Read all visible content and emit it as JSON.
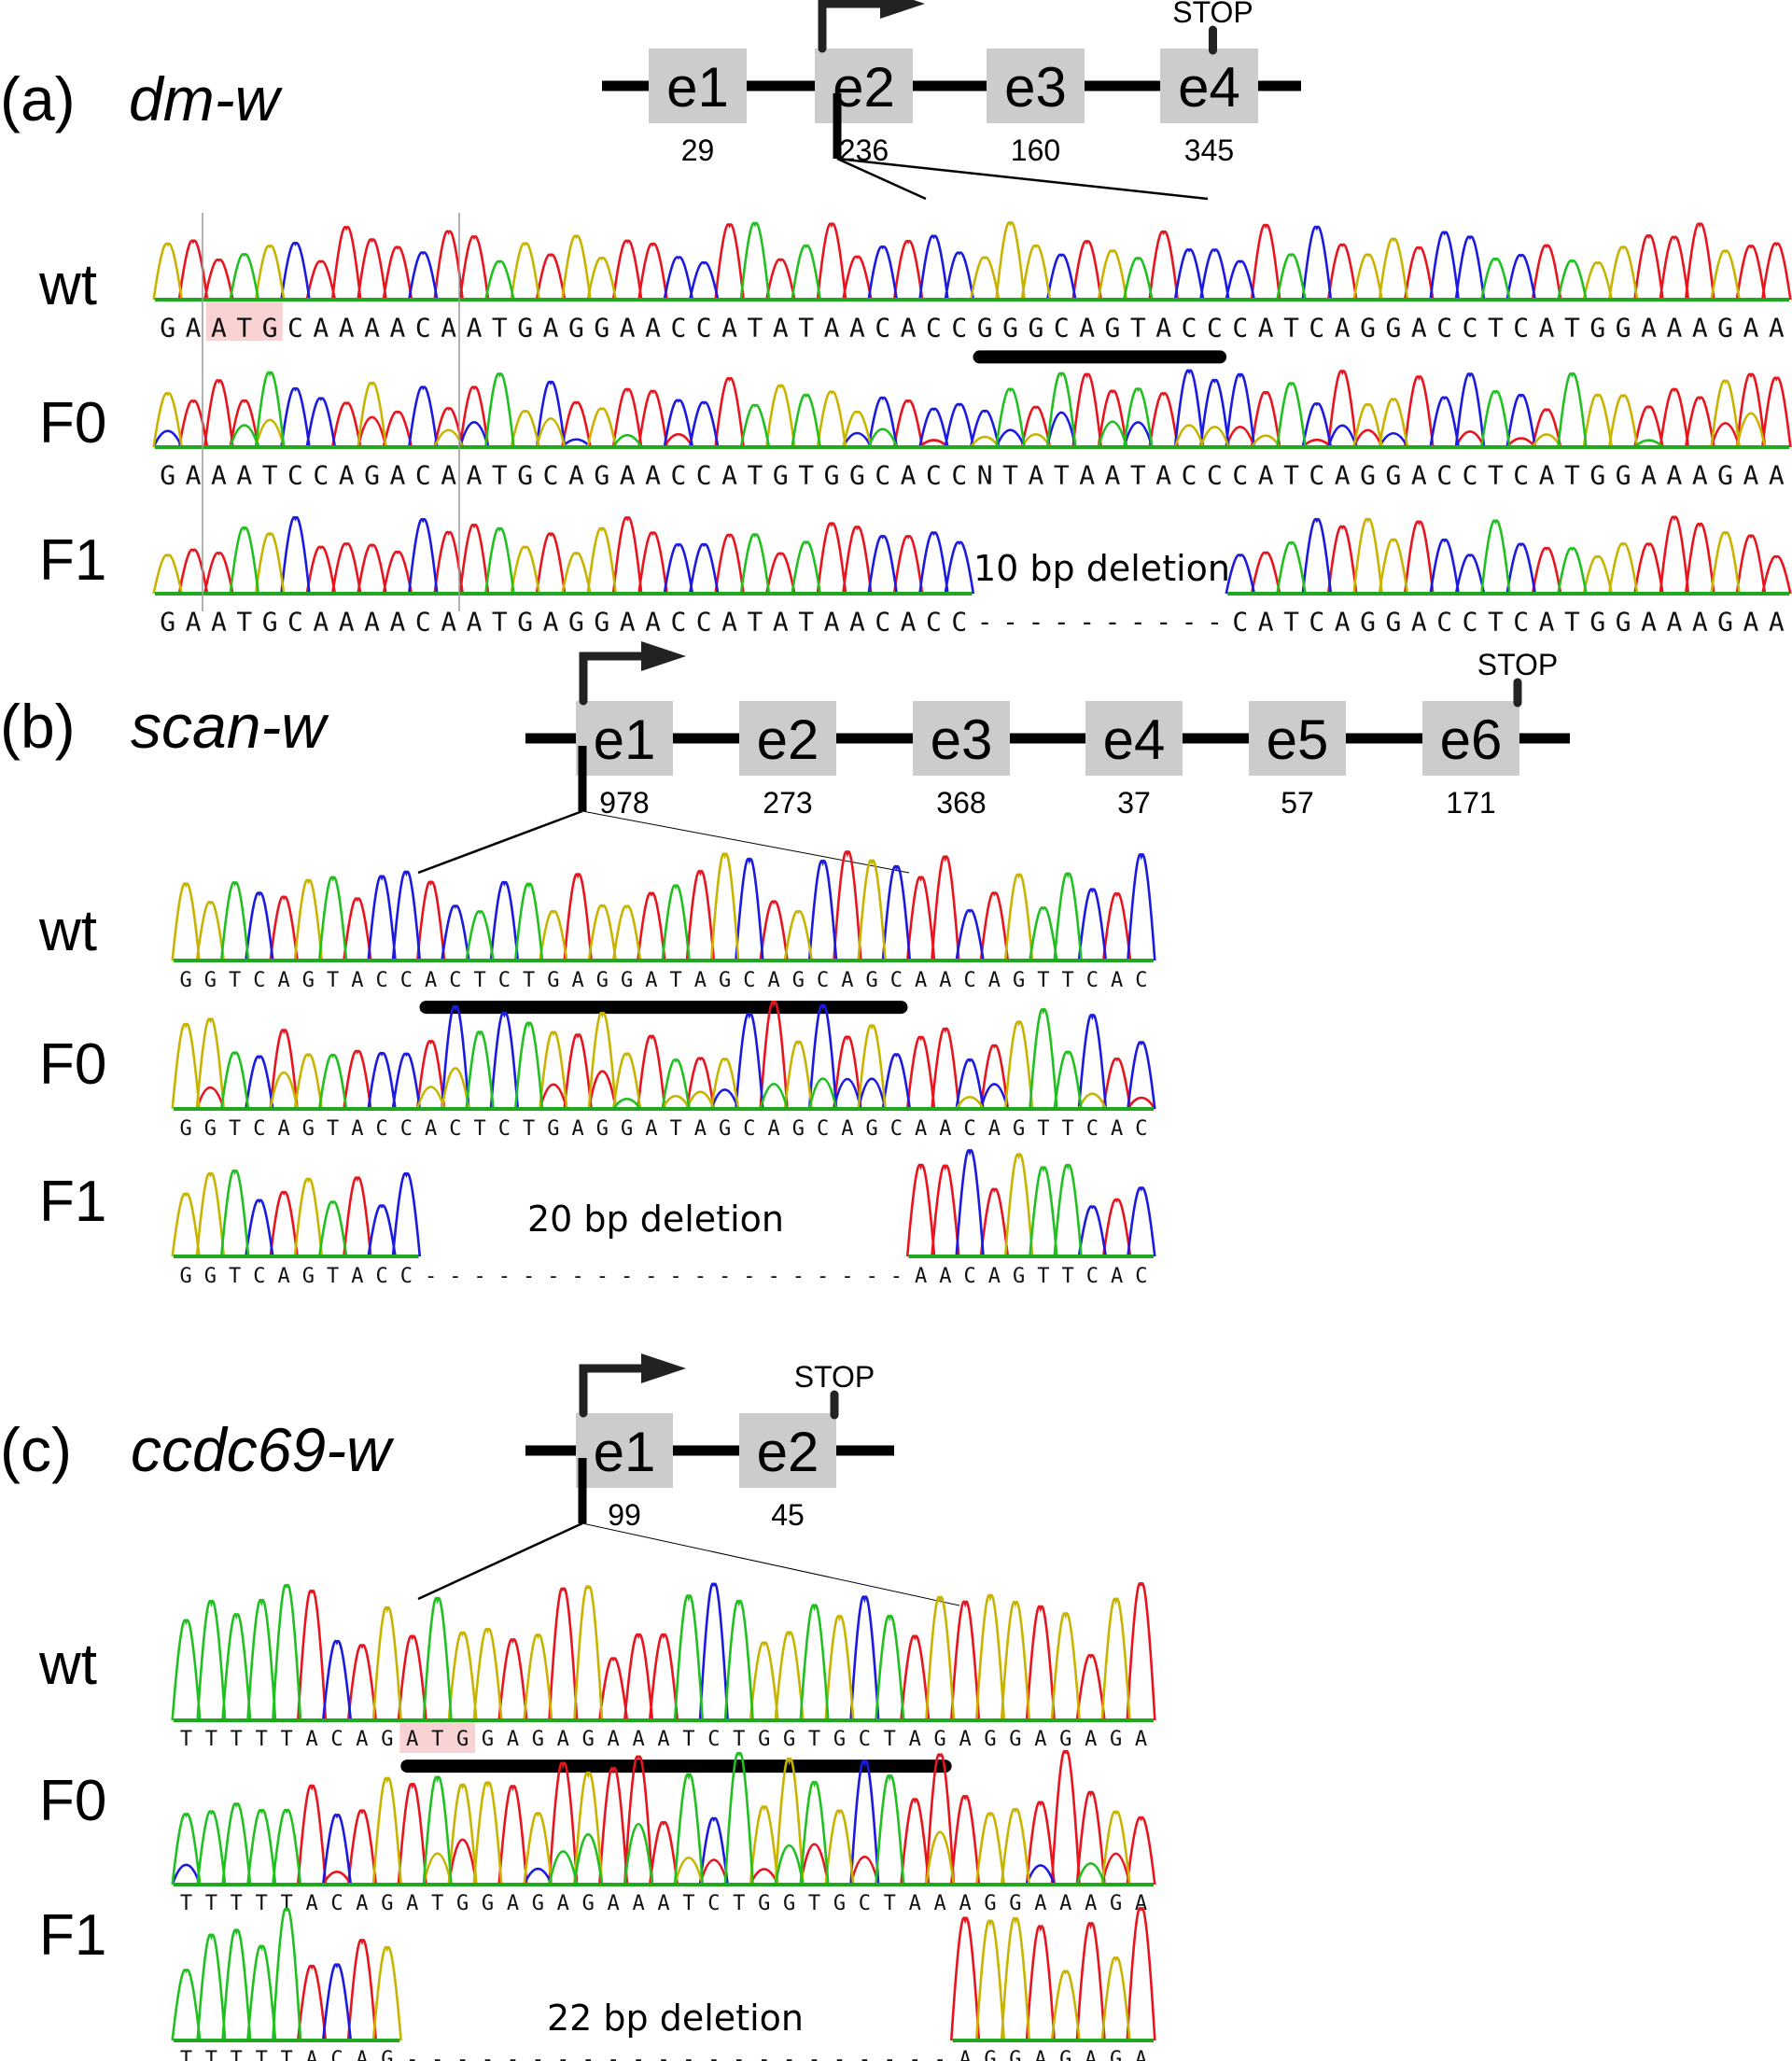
{
  "figure": {
    "base_colors": {
      "A": "#e8141e",
      "C": "#1a1ae0",
      "G": "#c8b400",
      "T": "#21c021",
      "N": "#888888"
    },
    "baseline_color": "#21a821",
    "highlight_color": "#f9d3d3",
    "exon_fill": "#cccccc",
    "panels": [
      {
        "id": "a",
        "letter": "(a)",
        "gene": "dm-w",
        "exons": [
          {
            "label": "e1",
            "length": "29"
          },
          {
            "label": "e2",
            "length": "236"
          },
          {
            "label": "e3",
            "length": "160"
          },
          {
            "label": "e4",
            "length": "345"
          }
        ],
        "start_exon": "e2",
        "stop_exon": "e4",
        "stop_label": "STOP",
        "rows": [
          {
            "label": "wt",
            "sequence": "GAATGCAAAACAATGAGGAACCATATAACACCGGGCAGTACCCATCAGGACCTCATGGAAAGAA",
            "target_underline": "GGGCAGTACC",
            "highlight": "ATG (positions 3-5)"
          },
          {
            "label": "F0",
            "sequence": "GAAATCCAGACAATGCAGAACCATGTGGCACCNTATAATACCCATCAGGACCTCATGGAAAGAA"
          },
          {
            "label": "F1",
            "sequence": "GAATGCAAAACAATGAGGAACCATATAACACC----------CATCAGGACCTCATGGAAAGAA",
            "deletion_label": "10 bp deletion"
          }
        ]
      },
      {
        "id": "b",
        "letter": "(b)",
        "gene": "scan-w",
        "exons": [
          {
            "label": "e1",
            "length": "978"
          },
          {
            "label": "e2",
            "length": "273"
          },
          {
            "label": "e3",
            "length": "368"
          },
          {
            "label": "e4",
            "length": "37"
          },
          {
            "label": "e5",
            "length": "57"
          },
          {
            "label": "e6",
            "length": "171"
          }
        ],
        "start_exon": "e1",
        "stop_exon": "e6",
        "stop_label": "STOP",
        "rows": [
          {
            "label": "wt",
            "sequence": "GGTCAGTACCACTCTGAGGATAGCAGCAGCAACAGTTCAC",
            "target_underline": "ACTCTGAGGATAGCAGCAGC"
          },
          {
            "label": "F0",
            "sequence": "GGTCAGTACCACTCTGAGGATAGCAGCAGCAACAGTTCAC"
          },
          {
            "label": "F1",
            "sequence": "GGTCAGTACC--------------------AACAGTTCAC",
            "deletion_label": "20 bp deletion"
          }
        ]
      },
      {
        "id": "c",
        "letter": "(c)",
        "gene": "ccdc69-w",
        "exons": [
          {
            "label": "e1",
            "length": "99"
          },
          {
            "label": "e2",
            "length": "45"
          }
        ],
        "start_exon": "e1",
        "stop_exon": "e2",
        "stop_label": "STOP",
        "rows": [
          {
            "label": "wt",
            "sequence": "TTTTTACAGATGGAGAGAAATCTGGTGCTAGAGGAGAGA",
            "target_underline": "ATGGAGAGAAATCTGGTGCTAG",
            "highlight": "ATG (positions 10-12)"
          },
          {
            "label": "F0",
            "sequence": "TTTTTACAGATGGAGAGAAATCTGGTGCTAAAGGAAAGA"
          },
          {
            "label": "F1",
            "sequence": "TTTTTACAG----------------------AGGAGAGA",
            "deletion_label": "22 bp deletion"
          }
        ]
      }
    ]
  }
}
